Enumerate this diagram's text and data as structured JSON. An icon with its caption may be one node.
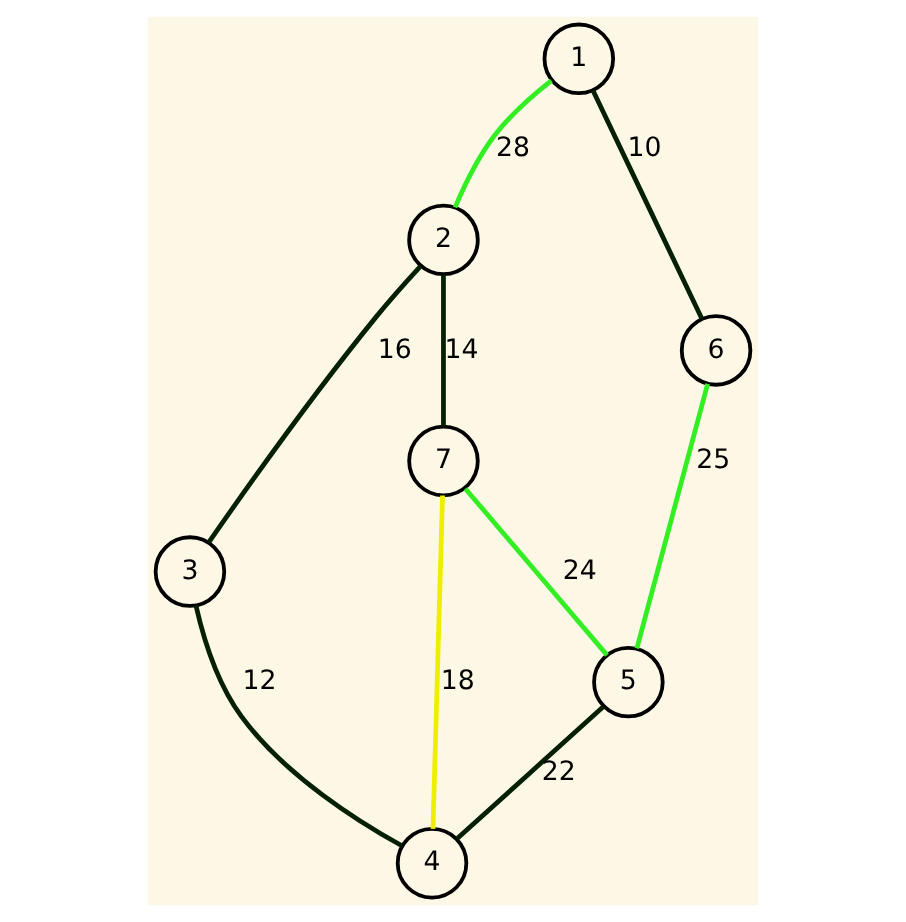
{
  "diagram": {
    "nodes": [
      {
        "text": [
          "1"
        ]
      },
      {
        "text": [
          "2"
        ]
      },
      {
        "text": [
          "6"
        ]
      },
      {
        "text": [
          "7"
        ]
      },
      {
        "text": [
          "3"
        ]
      },
      {
        "text": [
          "5"
        ]
      },
      {
        "text": [
          "4"
        ]
      }
    ],
    "edges": [
      {
        "from": 0,
        "to": 1,
        "arrow": "none",
        "label": "28",
        "color": "#33ee22"
      },
      {
        "from": 0,
        "to": 2,
        "arrow": "none",
        "label": "10"
      },
      {
        "from": 1,
        "to": 3,
        "arrow": "none",
        "label": "14"
      },
      {
        "from": 1,
        "to": 4,
        "arrow": "none",
        "label": "16"
      },
      {
        "from": 2,
        "to": 5,
        "arrow": "none",
        "label": "25",
        "color": "#33ee22"
      },
      {
        "from": 3,
        "to": 5,
        "arrow": "none",
        "label": "24",
        "color": "#33ee22"
      },
      {
        "from": 3,
        "to": 6,
        "arrow": "none",
        "label": "18",
        "color": "#eeee00"
      },
      {
        "from": 4,
        "to": 6,
        "arrow": "none",
        "label": "12"
      },
      {
        "from": 5,
        "to": 6,
        "arrow": "none",
        "label": "22"
      }
    ]
  }
}
